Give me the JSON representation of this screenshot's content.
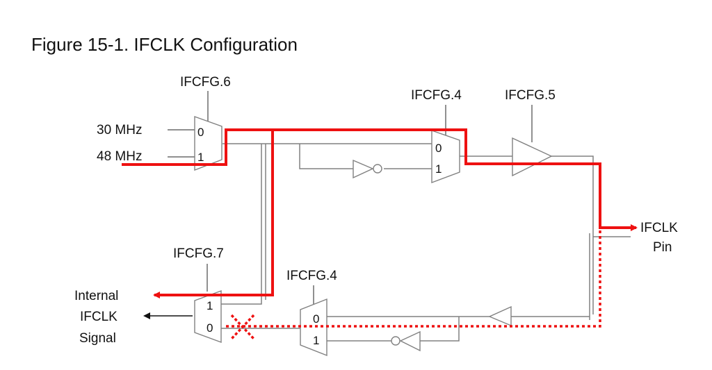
{
  "figure": {
    "title": "Figure 15-1.  IFCLK Configuration"
  },
  "inputs": {
    "freq_30": "30 MHz",
    "freq_48": "48 MHz"
  },
  "controls": {
    "sel_freq": "IFCFG.6",
    "sel_invert_out": "IFCFG.4",
    "sel_output_enable": "IFCFG.5",
    "sel_internal_source": "IFCFG.7",
    "sel_invert_in": "IFCFG.4"
  },
  "mux_pins": {
    "zero": "0",
    "one": "1"
  },
  "outputs": {
    "pin_line1": "IFCLK",
    "pin_line2": "Pin",
    "internal_line1": "Internal",
    "internal_line2": "IFCLK",
    "internal_line3": "Signal"
  },
  "colors": {
    "highlight": "#ee1111",
    "wire": "#808080"
  }
}
